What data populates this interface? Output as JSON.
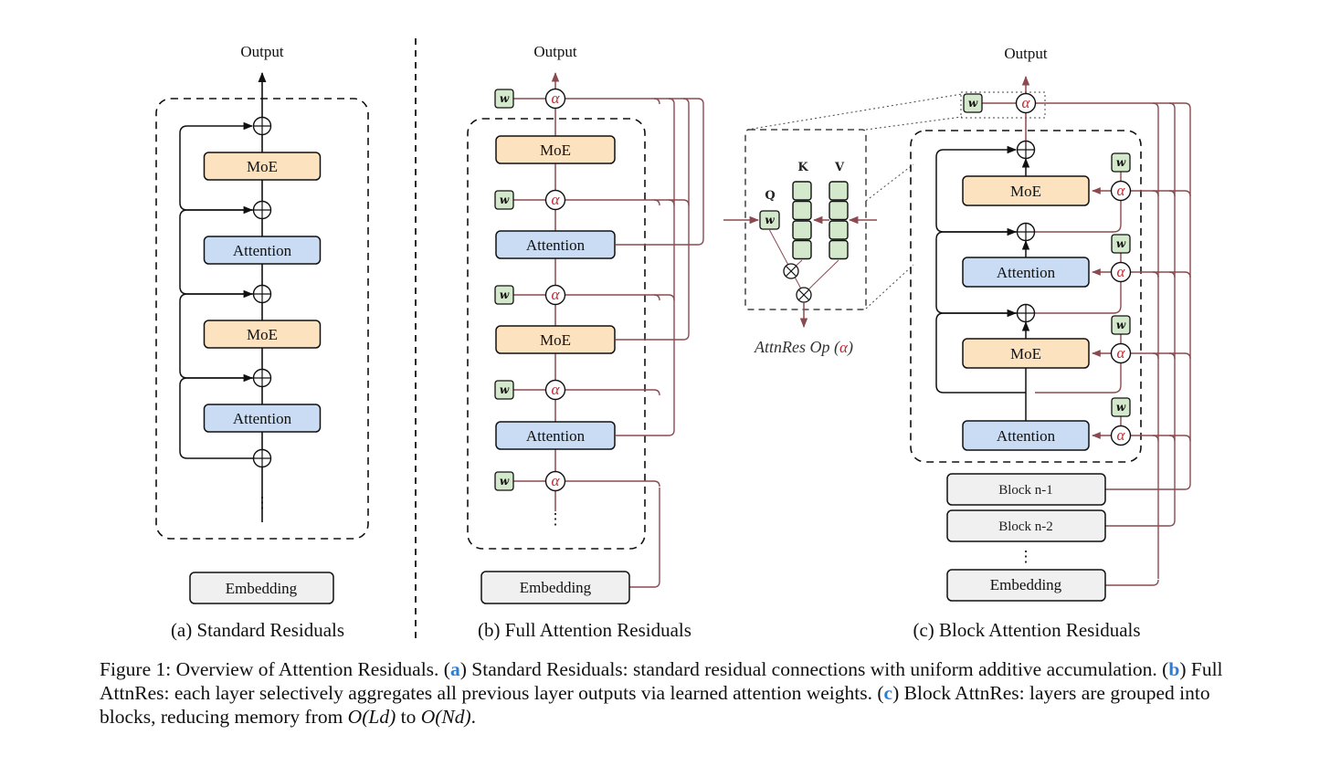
{
  "colors": {
    "moe_fill": "#fde2c0",
    "attention_fill": "#c9dcf3",
    "embedding_fill": "#f0f0f0",
    "w_fill": "#d4e8cc",
    "route_line": "#8b4a4f",
    "alpha_color": "#c0282d",
    "caption_label": "#2a7fd4"
  },
  "panel_a": {
    "output_label": "Output",
    "layers": [
      "MoE",
      "Attention",
      "MoE",
      "Attention"
    ],
    "embedding_label": "Embedding",
    "ellipsis": "⋮",
    "sub_caption": "(a) Standard Residuals"
  },
  "panel_b": {
    "output_label": "Output",
    "layers": [
      "MoE",
      "Attention",
      "MoE",
      "Attention"
    ],
    "embedding_label": "Embedding",
    "w_label": "w",
    "alpha_label": "α",
    "ellipsis": "⋮",
    "sub_caption": "(b) Full Attention Residuals"
  },
  "attnres_op": {
    "q_label": "Q",
    "k_label": "K",
    "v_label": "V",
    "w_label": "w",
    "caption_prefix": "AttnRes Op (",
    "caption_alpha": "α",
    "caption_suffix": ")"
  },
  "panel_c": {
    "output_label": "Output",
    "layers": [
      "MoE",
      "Attention",
      "MoE",
      "Attention"
    ],
    "blocks": [
      "Block n-1",
      "Block n-2"
    ],
    "embedding_label": "Embedding",
    "w_label": "w",
    "alpha_label": "α",
    "ellipsis": "⋮",
    "sub_caption": "(c) Block Attention Residuals"
  },
  "caption": {
    "prefix": "Figure 1: Overview of Attention Residuals.",
    "a_label": "a",
    "a_text": "Standard Residuals: standard residual connections with uniform additive accumulation.",
    "b_label": "b",
    "b_text": "Full AttnRes: each layer selectively aggregates all previous layer outputs via learned attention weights.",
    "c_label": "c",
    "c_text": "Block AttnRes: layers are grouped into blocks, reducing memory from",
    "math1": "O(Ld)",
    "to": "to",
    "math2": "O(Nd)",
    "end": "."
  }
}
